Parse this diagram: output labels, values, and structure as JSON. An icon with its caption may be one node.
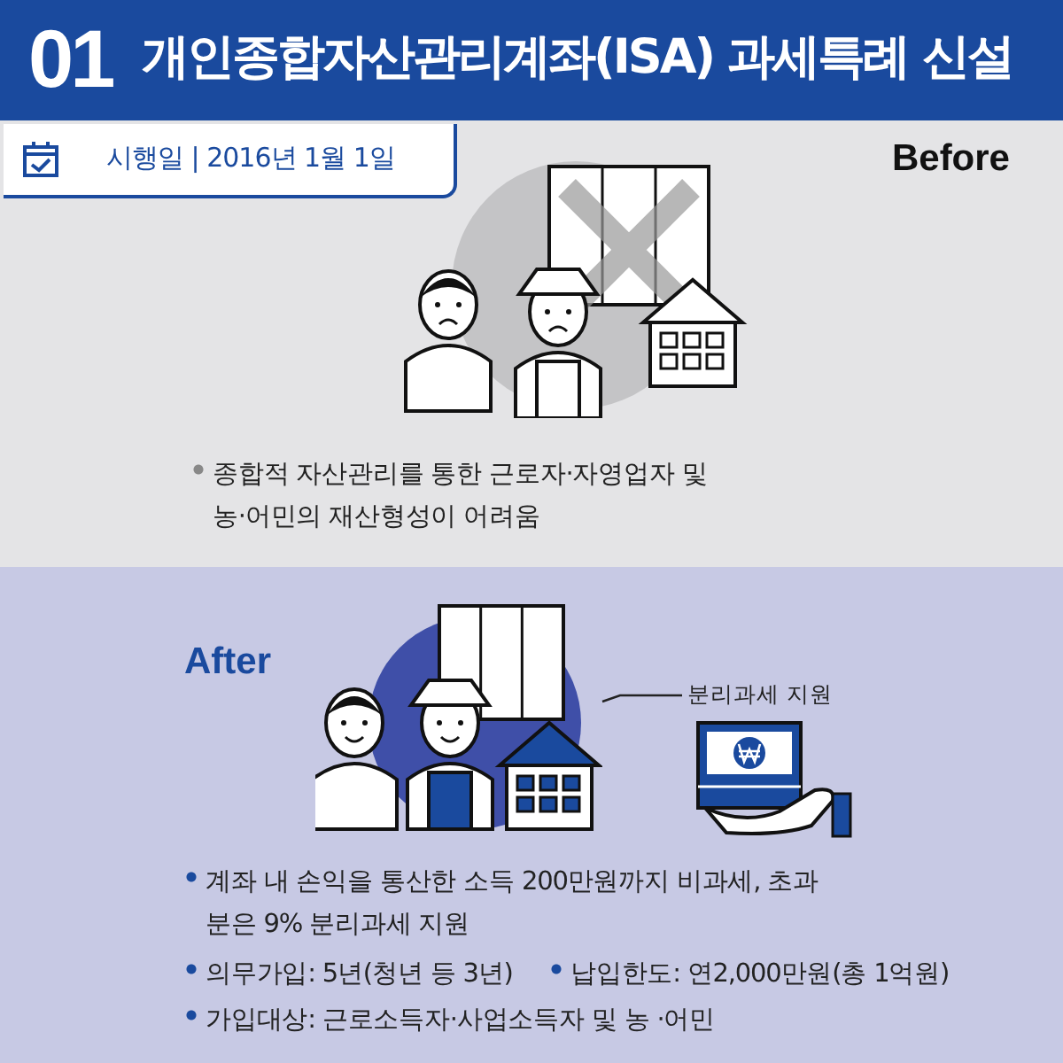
{
  "diagram": {
    "title": "개인종합자산관리계좌(ISA) 과세특례 신설",
    "nodes": [
      {
        "text": [
          "Before"
        ]
      },
      {
        "text": [
          "시행일 | 2016년 1월 1일"
        ],
        "in": 0
      },
      {
        "text": [],
        "shape": "picture",
        "in": 0
      },
      {
        "text": [
          "After"
        ]
      },
      {
        "text": [],
        "shape": "picture",
        "in": 3
      },
      {
        "text": [
          "분리과세 지원"
        ],
        "in": 3
      },
      {
        "text": [],
        "shape": "picture",
        "in": 3
      }
    ],
    "edges": [
      {
        "from": 5,
        "to": 4,
        "arrow": "none"
      }
    ],
    "labels": [
      "01",
      "종합적 자산관리를 통한 근로자·자영업자 및 농·어민의 재산형성이 어려움",
      "계좌 내 손익을 통산한 소득 200만원까지 비과세, 초과분은 9% 분리과세 지원",
      "의무가입: 5년(청년 등 3년)",
      "납입한도: 연2,000만원(총 1억원)",
      "가입대상: 근로소득자·사업소득자 및 농 ·어민"
    ]
  }
}
